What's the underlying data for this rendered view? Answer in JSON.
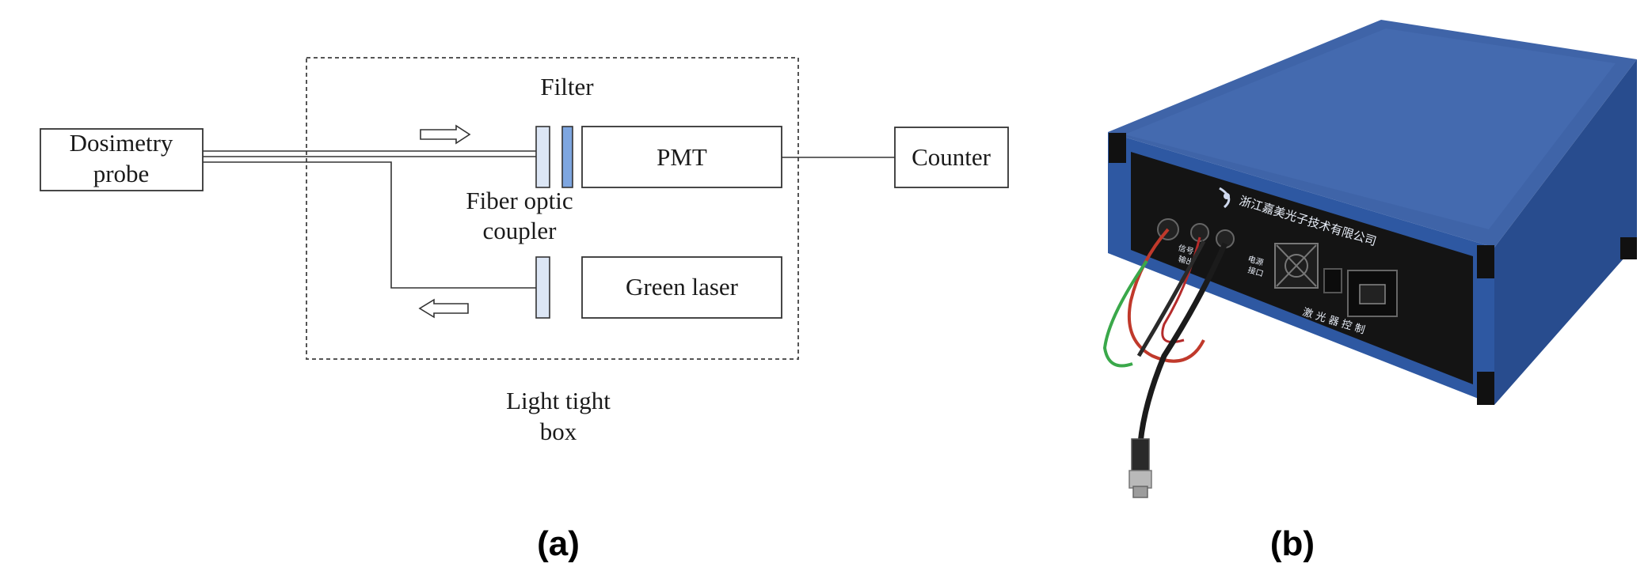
{
  "panel_a": {
    "caption": "(a)",
    "labels": {
      "filter": "Filter",
      "dosimetry_line1": "Dosimetry",
      "dosimetry_line2": "probe",
      "pmt": "PMT",
      "counter": "Counter",
      "coupler_line1": "Fiber optic",
      "coupler_line2": "coupler",
      "green_laser": "Green laser",
      "box_line1": "Light tight",
      "box_line2": "box"
    },
    "colors": {
      "filter_fill": "#7ea6e0",
      "fiber_end_fill": "#dce6f5",
      "line": "#333333"
    }
  },
  "panel_b": {
    "caption": "(b)",
    "photo_text": {
      "company": "浙江嘉美光子技术有限公司",
      "control": "激 光 器 控 制",
      "port_left_1": "信号",
      "port_left_2": "输出",
      "port_right_1": "电源",
      "port_right_2": "接口"
    },
    "colors": {
      "case_top": "#3f64a8",
      "case_side": "#2a4f93",
      "panel": "#141414",
      "cable_red": "#c0392b",
      "cable_green": "#3aa84a"
    }
  }
}
